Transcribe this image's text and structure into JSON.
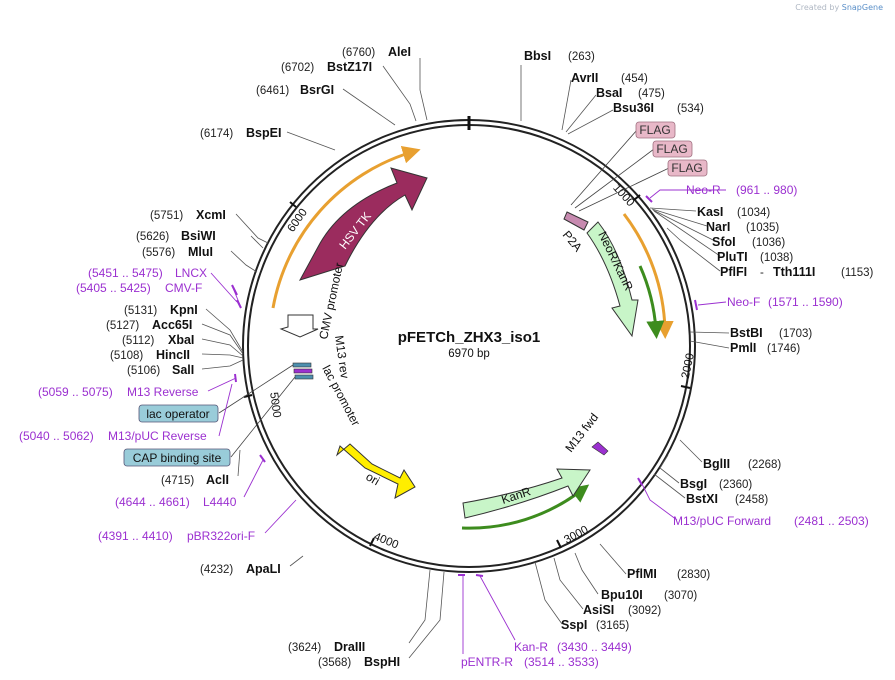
{
  "credit": {
    "prefix": "Created by",
    "brand": "SnapGene"
  },
  "plasmid": {
    "name": "pFETCh_ZHX3_iso1",
    "size": "6970 bp"
  },
  "tick_labels": [
    "1000",
    "2000",
    "3000",
    "4000",
    "5000",
    "6000"
  ],
  "features": {
    "hsv_tk": "HSV TK",
    "cmv_promoter": "CMV promoter",
    "m13_rev": "M13 rev",
    "lac_promoter": "lac promoter",
    "ori": "ori",
    "kanr": "KanR",
    "m13_fwd": "M13 fwd",
    "neor": "NeoR/KanR",
    "p2a": "P2A",
    "flag1": "FLAG",
    "flag2": "FLAG",
    "flag3": "FLAG",
    "lac_operator": "lac operator",
    "cap_site": "CAP binding site"
  },
  "enzymes": {
    "alei": {
      "name": "AleI",
      "pos": "(6760)"
    },
    "bstz17i": {
      "name": "BstZ17I",
      "pos": "(6702)"
    },
    "bsrgi": {
      "name": "BsrGI",
      "pos": "(6461)"
    },
    "bspei": {
      "name": "BspEI",
      "pos": "(6174)"
    },
    "xcmi": {
      "name": "XcmI",
      "pos": "(5751)"
    },
    "bsiwi": {
      "name": "BsiWI",
      "pos": "(5626)"
    },
    "mlui": {
      "name": "MluI",
      "pos": "(5576)"
    },
    "kpni": {
      "name": "KpnI",
      "pos": "(5131)"
    },
    "acc65i": {
      "name": "Acc65I",
      "pos": "(5127)"
    },
    "xbai": {
      "name": "XbaI",
      "pos": "(5112)"
    },
    "hincii": {
      "name": "HincII",
      "pos": "(5108)"
    },
    "sali": {
      "name": "SalI",
      "pos": "(5106)"
    },
    "acli": {
      "name": "AclI",
      "pos": "(4715)"
    },
    "apali": {
      "name": "ApaLI",
      "pos": "(4232)"
    },
    "draiii": {
      "name": "DraIII",
      "pos": "(3624)"
    },
    "bsphi": {
      "name": "BspHI",
      "pos": "(3568)"
    },
    "bbsi": {
      "name": "BbsI",
      "pos": "(263)"
    },
    "avrii": {
      "name": "AvrII",
      "pos": "(454)"
    },
    "bsai": {
      "name": "BsaI",
      "pos": "(475)"
    },
    "bsu36i": {
      "name": "Bsu36I",
      "pos": "(534)"
    },
    "kasi": {
      "name": "KasI",
      "pos": "(1034)"
    },
    "nari": {
      "name": "NarI",
      "pos": "(1035)"
    },
    "sfoi": {
      "name": "SfoI",
      "pos": "(1036)"
    },
    "pluti": {
      "name": "PluTI",
      "pos": "(1038)"
    },
    "pflfi": {
      "name": "PflFI",
      "sep": "-",
      "name2": "Tth111I",
      "pos": "(1153)"
    },
    "bstbi": {
      "name": "BstBI",
      "pos": "(1703)"
    },
    "pmli": {
      "name": "PmlI",
      "pos": "(1746)"
    },
    "bglii": {
      "name": "BglII",
      "pos": "(2268)"
    },
    "bsgi": {
      "name": "BsgI",
      "pos": "(2360)"
    },
    "bstxi": {
      "name": "BstXI",
      "pos": "(2458)"
    },
    "pflmi": {
      "name": "PflMI",
      "pos": "(2830)"
    },
    "bpu10i": {
      "name": "Bpu10I",
      "pos": "(3070)"
    },
    "asisi": {
      "name": "AsiSI",
      "pos": "(3092)"
    },
    "sspi": {
      "name": "SspI",
      "pos": "(3165)"
    }
  },
  "primers": {
    "lncx": {
      "range": "(5451 .. 5475)",
      "name": "LNCX"
    },
    "cmvf": {
      "range": "(5405 .. 5425)",
      "name": "CMV-F"
    },
    "m13r": {
      "range": "(5059 .. 5075)",
      "name": "M13 Reverse"
    },
    "m13puc_rev": {
      "range": "(5040 .. 5062)",
      "name": "M13/pUC Reverse"
    },
    "l4440": {
      "range": "(4644 .. 4661)",
      "name": "L4440"
    },
    "pbr322": {
      "range": "(4391 .. 4410)",
      "name": "pBR322ori-F"
    },
    "neor": {
      "name": "Neo-R",
      "range": "(961 .. 980)"
    },
    "neof": {
      "name": "Neo-F",
      "range": "(1571 .. 1590)"
    },
    "m13puc_fwd": {
      "name": "M13/pUC Forward",
      "range": "(2481 .. 2503)"
    },
    "kanr": {
      "name": "Kan-R",
      "range": "(3430 .. 3449)"
    },
    "pentr": {
      "name": "pENTR-R",
      "range": "(3514 .. 3533)"
    }
  },
  "colors": {
    "hsv_tk": "#9b2c5e",
    "ori": "#ffee00",
    "kanr": "#c8f5c8",
    "neor": "#c8f5c8",
    "flag": "#e8b8c8",
    "operator": "#99ccd9",
    "primer": "#9b30d0",
    "orf_orange": "#e8a030",
    "orf_green": "#3d8c1e"
  }
}
